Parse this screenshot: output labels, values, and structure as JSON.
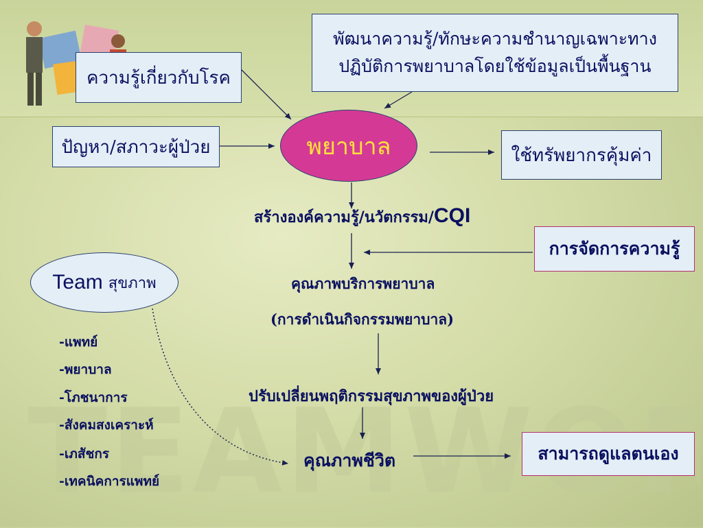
{
  "boxes": {
    "disease_knowledge": "ความรู้เกี่ยวกับโรค",
    "development_line1": "พัฒนาความรู้/ทักษะความชำนาญเฉพาะทาง",
    "development_line2": "ปฏิบัติการพยาบาลโดยใช้ข้อมูลเป็นพื้นฐาน",
    "patient_problems": "ปัญหา/สภาวะผู้ป่วย",
    "resource_use": "ใช้ทรัพยากรคุ้มค่า"
  },
  "center": {
    "nurse": "พยาบาล"
  },
  "flow": {
    "knowledge_creation": "สร้างองค์ความรู้/นวัตกรรม/",
    "cqi": "CQI",
    "knowledge_management": "การจัดการความรู้",
    "service_quality_line1": "คุณภาพบริการพยาบาล",
    "service_quality_line2": "(การดำเนินกิจกรรมพยาบาล)",
    "behavior_change": "ปรับเปลี่ยนพฤติกรรมสุขภาพของผู้ป่วย",
    "quality_of_life": "คุณภาพชีวิต",
    "self_care": "สามารถดูแลตนเอง"
  },
  "team": {
    "title_en": "Team",
    "title_th": "สุขภาพ",
    "members": [
      "-แพทย์",
      "-พยาบาล",
      "-โภชนาการ",
      "-สังคมสงเคราะห์",
      "-เภสัชกร",
      "-เทคนิคการแพทย์"
    ]
  },
  "background": {
    "watermark": "TEAMWORK"
  }
}
